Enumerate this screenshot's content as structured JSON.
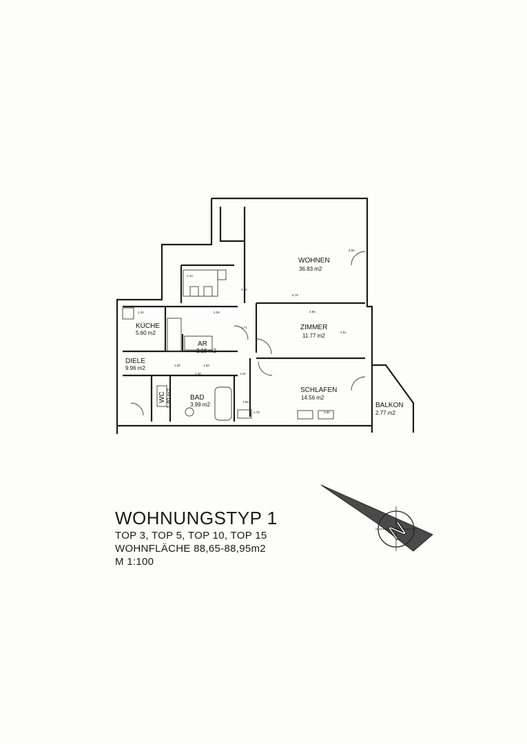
{
  "title": "WOHNUNGSTYP 1",
  "info_lines": [
    "TOP 3, TOP 5, TOP 10, TOP 15",
    "WOHNFLÄCHE 88,65-88,95m2",
    "M 1:100"
  ],
  "compass_letter": "N",
  "rooms": [
    {
      "id": "wohnen",
      "label": "WOHNEN",
      "area": "36.83 m2"
    },
    {
      "id": "zimmer",
      "label": "ZIMMER",
      "area": "11.77 m2"
    },
    {
      "id": "schlafen",
      "label": "SCHLAFEN",
      "area": "14.56 m2"
    },
    {
      "id": "kueche",
      "label": "KÜCHE",
      "area": "5.60 m2"
    },
    {
      "id": "ar",
      "label": "AR",
      "area": "2.15 m2"
    },
    {
      "id": "diele",
      "label": "DIELE",
      "area": "9.96 m2"
    },
    {
      "id": "wc",
      "label": "WC",
      "area": "1.40 m2"
    },
    {
      "id": "bad",
      "label": "BAD",
      "area": "3.99 m2"
    },
    {
      "id": "balkon",
      "label": "BALKON",
      "area": "2.77 m2"
    }
  ],
  "dimensions": [
    "6.79",
    "4.66",
    "2.51",
    "3.00",
    "2.10",
    "2.06",
    "2.22",
    "1.79",
    "1.88",
    "3.50",
    "1.71",
    "1.20",
    "2.40",
    "1.58",
    "1.50",
    "0.90"
  ]
}
